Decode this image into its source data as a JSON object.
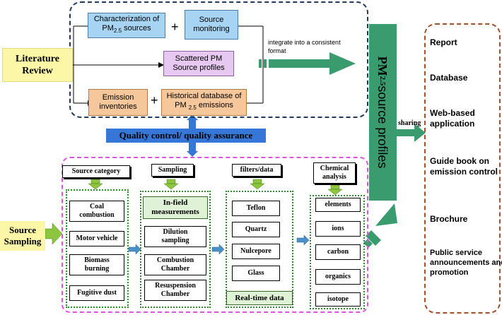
{
  "left_labels": {
    "literature_review": "Literature Review",
    "source_sampling": "Source Sampling"
  },
  "top_group": {
    "characterization": "Characterization of PM",
    "characterization_sub": "2.5",
    "characterization_tail": " sources",
    "source_monitoring": "Source monitoring",
    "scattered_profiles": "Scattered PM Source profiles",
    "emission_inventories": "Emission inventories",
    "historical_db": "Historical database of PM ",
    "historical_db_sub": "2.5",
    "historical_db_tail": " emissions",
    "plus": "+",
    "integrate_note": "integrate into a consistent format"
  },
  "qa_banner": "Quality control/ quality assurance",
  "columns": {
    "source_category": {
      "header": "Source category",
      "items": [
        "Coal combustion",
        "Motor vehicle",
        "Biomass burning",
        "Fugitive dust"
      ]
    },
    "sampling": {
      "header": "Sampling",
      "highlight": "In-field measurements",
      "items": [
        "Dilution sampling",
        "Combustion Chamber",
        "Resuspension Chamber"
      ]
    },
    "filters": {
      "header": "filters/data",
      "items": [
        "Teflon",
        "Quartz",
        "Nulcepore",
        "Glass"
      ],
      "highlight": "Real-time data"
    },
    "chemical": {
      "header": "Chemical analysis",
      "items": [
        "elements",
        "ions",
        "carbon",
        "organics",
        "isotope"
      ]
    }
  },
  "center_bar": {
    "prefix": "PM",
    "sub": "2.5",
    "suffix": "source profiles"
  },
  "sharing_label": "sharing",
  "outputs": [
    "Report",
    "Database",
    "Web-based application",
    "Guide book on emission control",
    "Brochure",
    "Public service announcements and promotion"
  ],
  "colors": {
    "green_accent": "#3a9b6e",
    "qa_blue": "#3576d6",
    "yellow_label": "#fbf7a6",
    "top_border": "#223a5e",
    "bottom_border": "#e052e0",
    "output_border": "#a0522d"
  }
}
